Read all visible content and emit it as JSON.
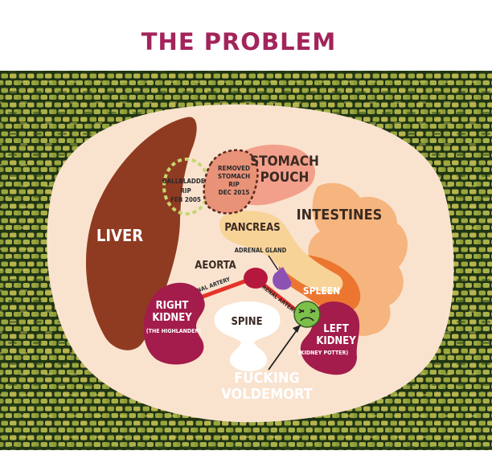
{
  "title": "THE PROBLEM",
  "colors": {
    "title": "#a3245a",
    "background_texture_dark": "#1f3414",
    "background_texture_light": "#9aa63e",
    "body_cavity": "#f9e3cf",
    "liver": "#8f3b22",
    "stomach": "#f2a08c",
    "pancreas": "#f8d398",
    "intestines": "#f6b57e",
    "kidney": "#a31c4b",
    "renal_artery": "#e6332a",
    "aorta": "#b5173d",
    "spleen": "#ec7630",
    "adrenal_gland": "#8b52b4",
    "gallbladder_outline": "#c6d66e",
    "tumor": "#7cc04a"
  },
  "labels": {
    "liver": "LIVER",
    "gallbladder": [
      "GALLBLADDER",
      "RIP",
      "FEB 2005"
    ],
    "removed_stomach": [
      "REMOVED",
      "STOMACH",
      "RIP",
      "DEC 2015"
    ],
    "stomach_pouch": [
      "STOMACH",
      "POUCH"
    ],
    "intestines": "INTESTINES",
    "pancreas": "PANCREAS",
    "adrenal_gland": "ADRENAL GLAND",
    "aeorta": "AEORTA",
    "renal_artery_left": "RENAL ARTERY",
    "renal_artery_right": "RENAL ARTERY",
    "right_kidney": [
      "RIGHT",
      "KIDNEY"
    ],
    "right_kidney_nickname": "(THE HIGHLANDER)",
    "spine": "SPINE",
    "spleen": "SPLEEN",
    "left_kidney": [
      "LEFT",
      "KIDNEY"
    ],
    "left_kidney_nickname": "(KIDNEY POTTER)",
    "tumor": [
      "FUCKING",
      "VOLDEMORT"
    ]
  },
  "icons": {
    "tumor_face": "sick-face-icon"
  }
}
